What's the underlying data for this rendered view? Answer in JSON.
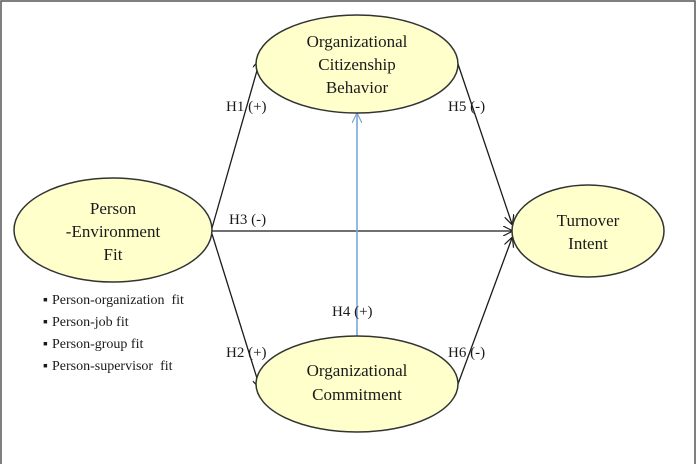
{
  "colors": {
    "node_fill": "#ffffcc",
    "node_stroke": "#333333",
    "arrow": "#1a1a1a",
    "h4_arrow": "#7aa6d6",
    "frame": "#555555"
  },
  "nodes": {
    "ocb": {
      "lines": [
        "Organizational",
        "Citizenship",
        "Behavior"
      ]
    },
    "pef": {
      "lines": [
        "Person",
        "-Environment",
        "Fit"
      ]
    },
    "ti": {
      "lines": [
        "Turnover",
        "Intent"
      ]
    },
    "oc": {
      "lines": [
        "Organizational",
        "Commitment"
      ]
    }
  },
  "hypotheses": {
    "h1": "H1 (+)",
    "h2": "H2 (+)",
    "h3": "H3 (-)",
    "h4": "H4 (+)",
    "h5": "H5 (-)",
    "h6": "H6 (-)"
  },
  "fit_types": [
    "Person-organization  fit",
    "Person-job fit",
    "Person-group fit",
    "Person-supervisor  fit"
  ],
  "bullet": "▪"
}
